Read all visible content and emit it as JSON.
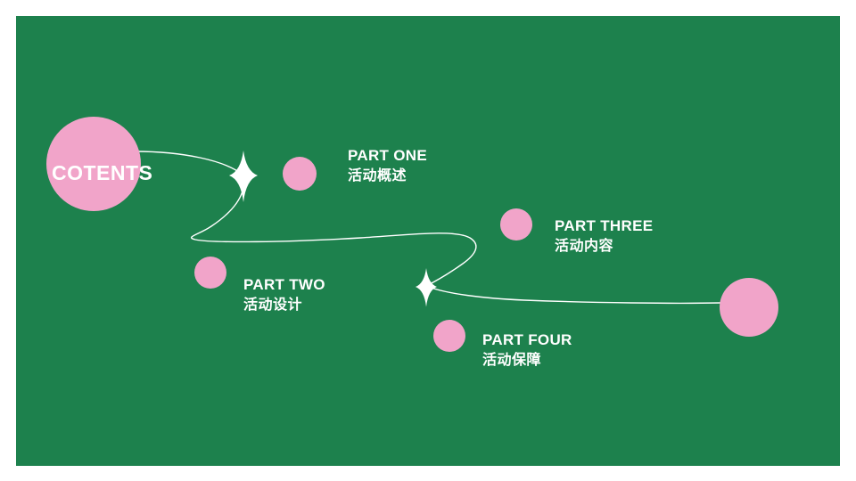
{
  "slide": {
    "title": "COTENTS",
    "items": [
      {
        "id": "one",
        "label": "PART ONE",
        "subtitle": "活动概述"
      },
      {
        "id": "two",
        "label": "PART TWO",
        "subtitle": "活动设计"
      },
      {
        "id": "three",
        "label": "PART THREE",
        "subtitle": "活动内容"
      },
      {
        "id": "four",
        "label": "PART FOUR",
        "subtitle": "活动保障"
      }
    ]
  },
  "colors": {
    "frame_white": "#ffffff",
    "slide_green": "#1d814d",
    "circle_pink": "#f1a4c9",
    "text_white": "#ffffff",
    "line_white": "#ffffff"
  }
}
